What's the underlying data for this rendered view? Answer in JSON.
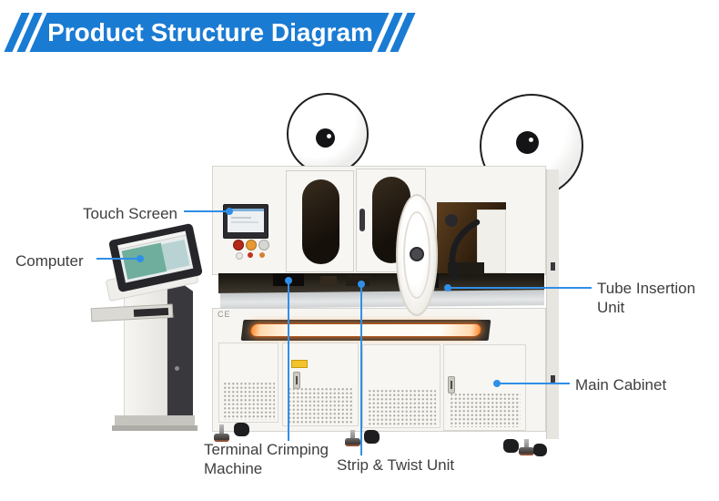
{
  "header": {
    "title": "Product Structure Diagram"
  },
  "colors": {
    "accent": "#1a7bd3",
    "leader_line": "#2f8fe8",
    "light_glow": "#ff8a30"
  },
  "labels": {
    "touch_screen": "Touch Screen",
    "computer": "Computer",
    "tube_insertion_unit": "Tube Insertion Unit",
    "main_cabinet": "Main Cabinet",
    "terminal_crimping_machine": "Terminal Crimping Machine",
    "strip_twist_unit": "Strip & Twist Unit"
  },
  "machine": {
    "ce_mark": "CE"
  }
}
